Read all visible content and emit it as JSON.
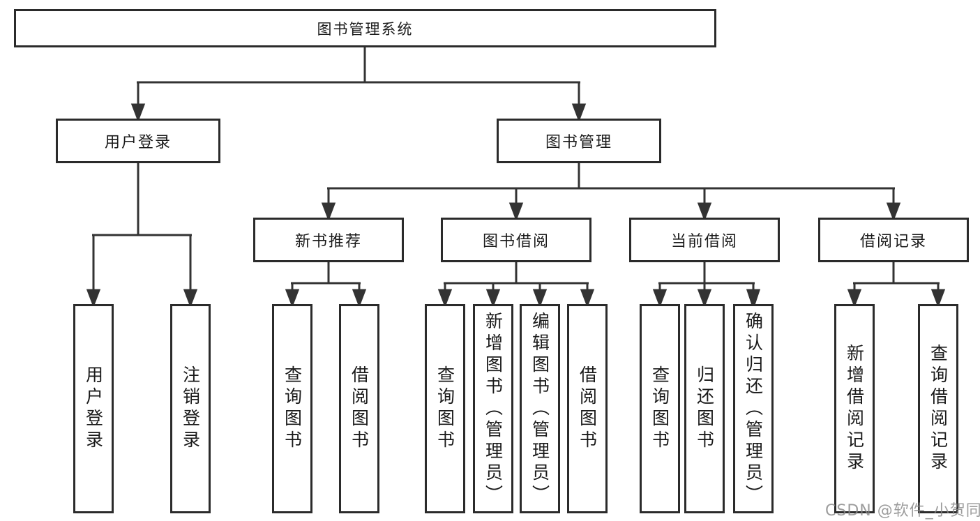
{
  "tree": {
    "root": {
      "label": "图书管理系统"
    },
    "branches": [
      {
        "label": "用户登录",
        "children": [
          {
            "label": "用户登录"
          },
          {
            "label": "注销登录"
          }
        ]
      },
      {
        "label": "图书管理",
        "children": [
          {
            "label": "新书推荐",
            "children": [
              {
                "label": "查询图书"
              },
              {
                "label": "借阅图书"
              }
            ]
          },
          {
            "label": "图书借阅",
            "children": [
              {
                "label": "查询图书"
              },
              {
                "label": "新增图书（管理员）"
              },
              {
                "label": "编辑图书（管理员）"
              },
              {
                "label": "借阅图书"
              }
            ]
          },
          {
            "label": "当前借阅",
            "children": [
              {
                "label": "查询图书"
              },
              {
                "label": "归还图书"
              },
              {
                "label": "确认归还（管理员）"
              }
            ]
          },
          {
            "label": "借阅记录",
            "children": [
              {
                "label": "新增借阅记录"
              },
              {
                "label": "查询借阅记录"
              }
            ]
          }
        ]
      }
    ]
  },
  "watermark": {
    "text": "CSDN @软件_小贺同学"
  },
  "colors": {
    "background": "#ffffff",
    "line": "#333333",
    "box_border": "#2b2b2b",
    "text": "#1a1a1a",
    "watermark": "#878787"
  }
}
